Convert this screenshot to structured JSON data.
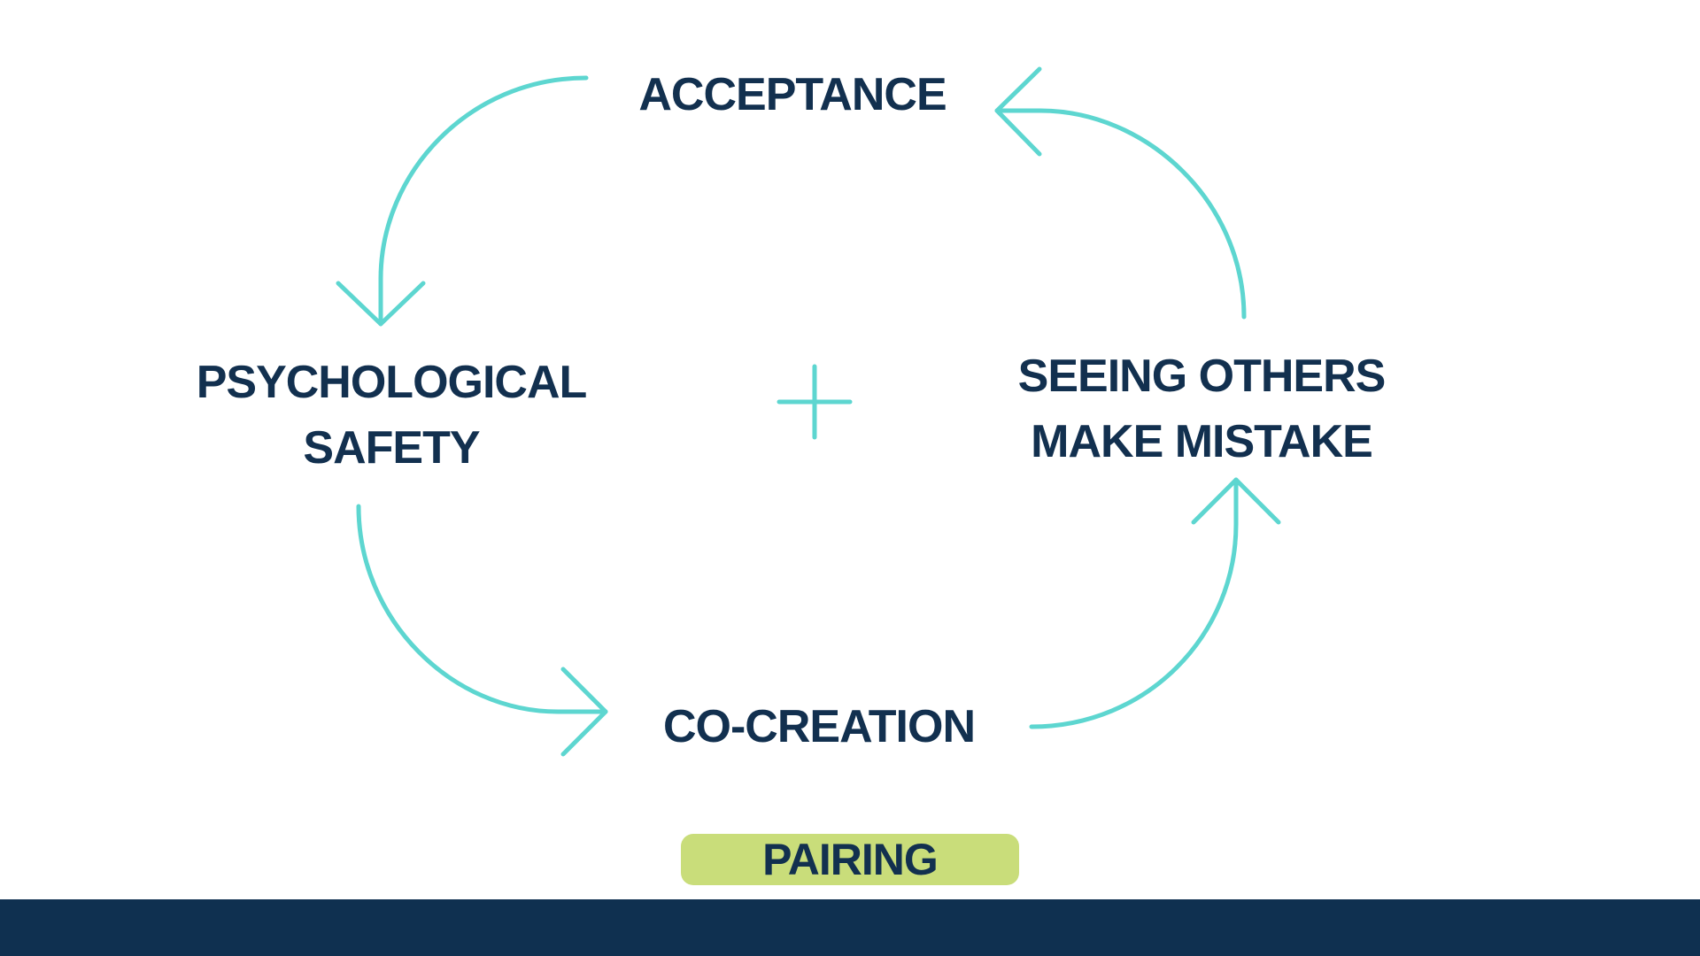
{
  "diagram": {
    "nodes": {
      "acceptance": {
        "lines": [
          "ACCEPTANCE"
        ]
      },
      "psychological_safety": {
        "lines": [
          "PSYCHOLOGICAL",
          "SAFETY"
        ]
      },
      "seeing_others": {
        "lines": [
          "SEEING OTHERS",
          "MAKE MISTAKE"
        ]
      },
      "co_creation": {
        "lines": [
          "CO-CREATION"
        ]
      }
    },
    "center_symbol": "+",
    "cycle_order": [
      "ACCEPTANCE",
      "PSYCHOLOGICAL SAFETY",
      "CO-CREATION",
      "SEEING OTHERS MAKE MISTAKE"
    ]
  },
  "tag": {
    "label": "PAIRING"
  },
  "colors": {
    "text": "#12304f",
    "arrow": "#5dd6d0",
    "tag_background": "#c9dd7a",
    "footer_bar": "#0f3050",
    "background": "#ffffff"
  }
}
